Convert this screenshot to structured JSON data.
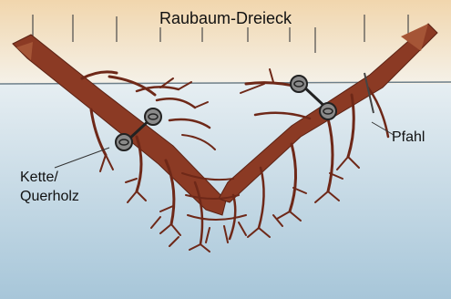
{
  "title": "Raubaum-Dreieck",
  "labels": {
    "pile": "Pfahl",
    "chain_line1": "Kette/",
    "chain_line2": "Querholz"
  },
  "colors": {
    "sky_top": "#f1d6ad",
    "sky_bottom": "#f5f1e8",
    "water_top": "#e6eef2",
    "water_bottom": "#a7c6d9",
    "wood": "#8b3a24",
    "wood_dark": "#5c2214",
    "pile": "#6a6a6a",
    "chain_link": "#8a8a8a"
  },
  "icons": [
    "tree-trunk-left",
    "tree-trunk-right",
    "chain-link-icon",
    "pile-post"
  ]
}
